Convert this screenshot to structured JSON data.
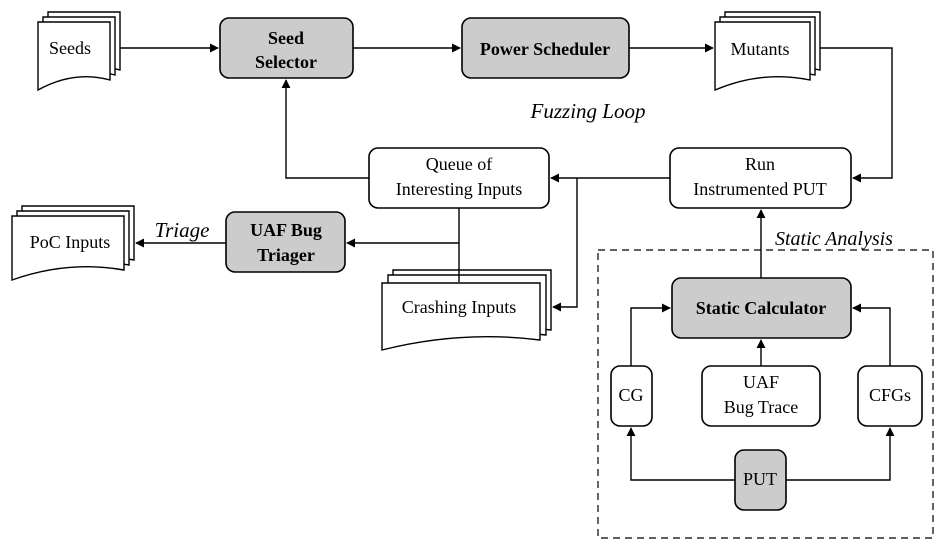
{
  "nodes": {
    "seeds": "Seeds",
    "seed_selector": [
      "Seed",
      "Selector"
    ],
    "power_scheduler": "Power Scheduler",
    "mutants": "Mutants",
    "queue": [
      "Queue of",
      "Interesting Inputs"
    ],
    "run_put": [
      "Run",
      "Instrumented PUT"
    ],
    "uaf_triager": [
      "UAF Bug",
      "Triager"
    ],
    "poc_inputs": "PoC Inputs",
    "crashing_inputs": "Crashing Inputs",
    "static_calculator": "Static Calculator",
    "cg": "CG",
    "uaf_trace": [
      "UAF",
      "Bug Trace"
    ],
    "cfgs": "CFGs",
    "put": "PUT"
  },
  "labels": {
    "fuzzing_loop": "Fuzzing Loop",
    "triage": "Triage",
    "static_analysis": "Static Analysis"
  },
  "colors": {
    "highlight_fill": "#cccccc",
    "plain_fill": "#ffffff",
    "stroke": "#000000"
  }
}
